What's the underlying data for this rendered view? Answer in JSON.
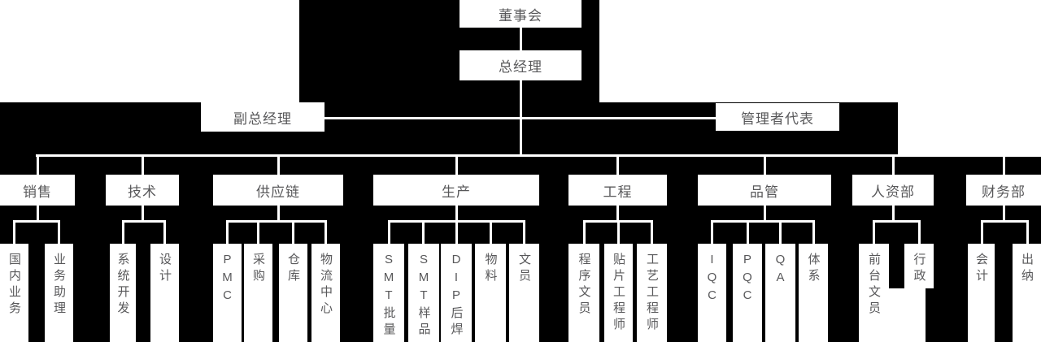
{
  "org": {
    "board": "董事会",
    "general_manager": "总经理",
    "deputy_general_manager": "副总经理",
    "management_representative": "管理者代表",
    "departments": [
      {
        "label": "销售",
        "children": [
          "国内业务",
          "业务助理"
        ]
      },
      {
        "label": "技术",
        "children": [
          "系统开发",
          "设计"
        ]
      },
      {
        "label": "供应链",
        "children": [
          "PMC",
          "采购",
          "仓库",
          "物流中心"
        ]
      },
      {
        "label": "生产",
        "children": [
          "SMT批量",
          "SMT样品",
          "DIP后焊",
          "物料",
          "文员"
        ]
      },
      {
        "label": "工程",
        "children": [
          "程序文员",
          "贴片工程师",
          "工艺工程师"
        ]
      },
      {
        "label": "品管",
        "children": [
          "IQC",
          "PQC",
          "QA",
          "体系"
        ]
      },
      {
        "label": "人资部",
        "children": [
          "前台文员",
          "行政"
        ]
      },
      {
        "label": "财务部",
        "children": [
          "会计",
          "出纳"
        ]
      }
    ]
  },
  "colors": {
    "background": "#000000",
    "box_fill": "#ffffff",
    "connector": "#ffffff",
    "text": "#58585a"
  }
}
